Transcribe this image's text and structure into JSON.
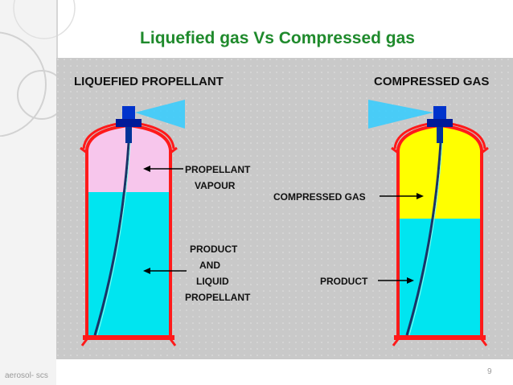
{
  "slide": {
    "title": "Liquefied gas Vs Compressed gas",
    "footer": "aerosol- scs",
    "page_number": "9"
  },
  "diagram": {
    "left_panel": {
      "heading": "LIQUEFIED PROPELLANT",
      "label_vapour_1": "PROPELLANT",
      "label_vapour_2": "VAPOUR",
      "label_product_1": "PRODUCT",
      "label_product_2": "AND",
      "label_product_3": "LIQUID",
      "label_product_4": "PROPELLANT"
    },
    "right_panel": {
      "heading": "COMPRESSED GAS",
      "label_gas": "COMPRESSED GAS",
      "label_product": "PRODUCT"
    },
    "colors": {
      "background": "#c9c9c9",
      "product_liquid": "#00e5f0",
      "propellant_vapour": "#f7c6ec",
      "compressed_gas": "#ffff00",
      "can_outline": "#ff1a1a",
      "valve": "#0033cc",
      "spray": "#33ccff",
      "title": "#1f8a2c"
    }
  }
}
